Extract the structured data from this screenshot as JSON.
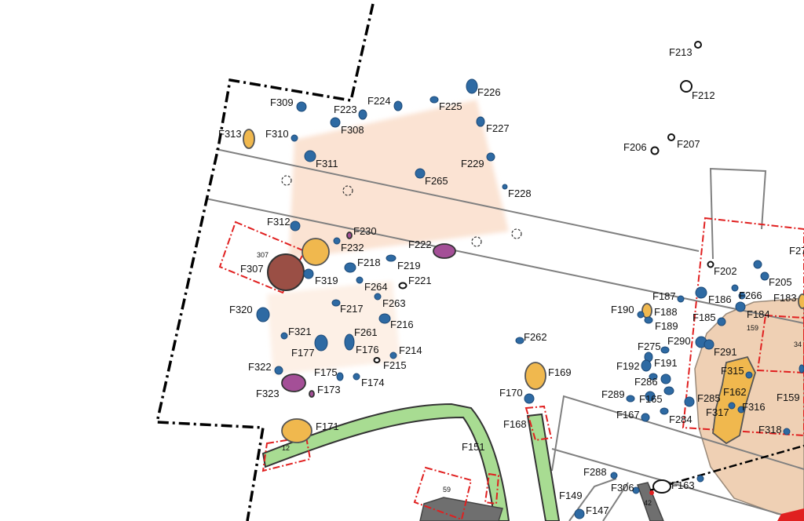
{
  "colors": {
    "posthole": "#2e6aa3",
    "posthole_stroke": "#1d4a78",
    "pit_orange": "#f0b84e",
    "pit_purple": "#a44f97",
    "pit_brown": "#9a4f45",
    "structure_fill": "#fbe3d3",
    "structure_fill_light": "#fdf0e6",
    "ditch_green": "#a8dc92",
    "excavation_tan": "#efd0b4",
    "slab_gray": "#6f6f6f",
    "boundary": "#000000",
    "trench_red": "#e02020",
    "line_gray": "#808080",
    "accent_red": "#e02020"
  },
  "features": [
    "F213",
    "F212",
    "F206",
    "F207",
    "F309",
    "F224",
    "F225",
    "F226",
    "F223",
    "F308",
    "F227",
    "F313",
    "F310",
    "F311",
    "F229",
    "F265",
    "F228",
    "F312",
    "F230",
    "F232",
    "F222",
    "F307",
    "F218",
    "F219",
    "F319",
    "F264",
    "F221",
    "F263",
    "F217",
    "F320",
    "F216",
    "F321",
    "F261",
    "F177",
    "F176",
    "F214",
    "F322",
    "F215",
    "F175",
    "F174",
    "F323",
    "F173",
    "F171",
    "F262",
    "F169",
    "F170",
    "F168",
    "F151",
    "F202",
    "F187",
    "F186",
    "F266",
    "F205",
    "F183",
    "F190",
    "F188",
    "F185",
    "F184",
    "F189",
    "F275",
    "F290",
    "F291",
    "F192",
    "F191",
    "F286",
    "F315",
    "F162",
    "F289",
    "F165",
    "F285",
    "F316",
    "F159",
    "F167",
    "F284",
    "F317",
    "F318",
    "F288",
    "F306",
    "F163",
    "F149",
    "F147",
    "F27"
  ],
  "trench_numbers": [
    "307",
    "159",
    "34",
    "42",
    "59",
    "12"
  ]
}
